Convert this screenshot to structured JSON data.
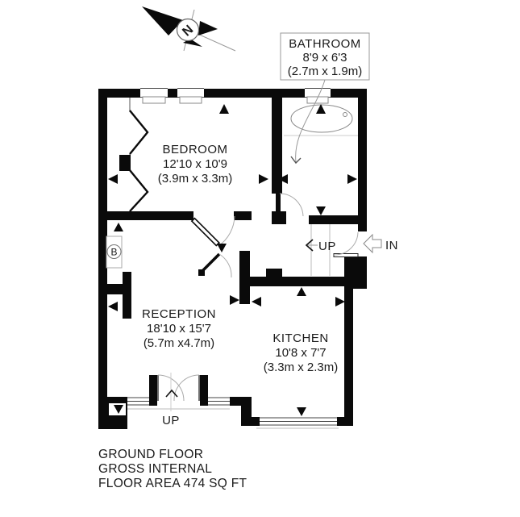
{
  "compass": {
    "north_letter": "N"
  },
  "rooms": {
    "bathroom": {
      "name": "BATHROOM",
      "size_imperial": "8'9 x 6'3",
      "size_metric": "(2.7m x 1.9m)"
    },
    "bedroom": {
      "name": "BEDROOM",
      "size_imperial": "12'10 x 10'9",
      "size_metric": "(3.9m x 3.3m)"
    },
    "reception": {
      "name": "RECEPTION",
      "size_imperial": "18'10 x 15'7",
      "size_metric": "(5.7m x4.7m)"
    },
    "kitchen": {
      "name": "KITCHEN",
      "size_imperial": "10'8 x 7'7",
      "size_metric": "(3.3m x 2.3m)"
    }
  },
  "markers": {
    "entrance": "IN",
    "stairs_hall": "UP",
    "stairs_reception": "UP",
    "boiler": "B"
  },
  "icons": {
    "north_arrow": "compass-north",
    "entrance_arrow": "hollow-left-arrow",
    "hall_up_chevron": "<",
    "reception_up_chevron": "^"
  },
  "footer": {
    "line1": "GROUND FLOOR",
    "line2": "GROSS INTERNAL",
    "line3": "FLOOR AREA 474 SQ FT"
  },
  "colors": {
    "wall": "#0a0a0a",
    "line_light": "#999999",
    "text": "#1a1a1a",
    "background": "#ffffff"
  }
}
